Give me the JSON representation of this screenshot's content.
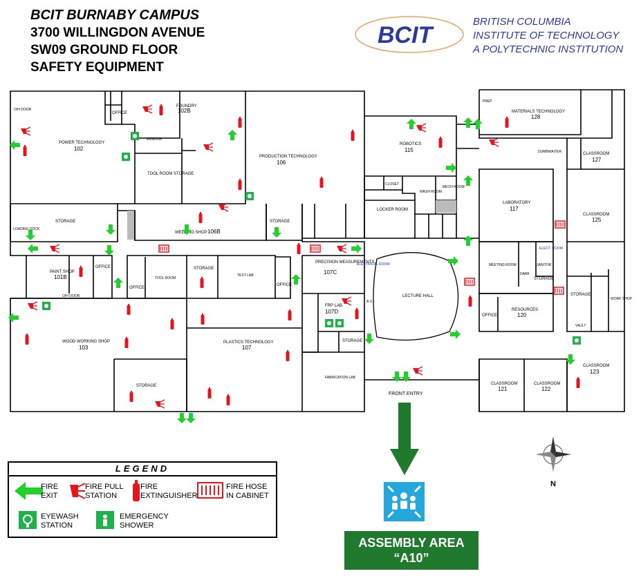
{
  "header": {
    "campus": "BCIT BURNABY CAMPUS",
    "address": "3700 WILLINGDON AVENUE",
    "floor": "SW09 GROUND FLOOR",
    "subject": "SAFETY EQUIPMENT"
  },
  "logo": {
    "mark": "BCIT",
    "line1": "BRITISH COLUMBIA",
    "line2": "INSTITUTE OF TECHNOLOGY",
    "line3": "A POLYTECHNIC INSTITUTION"
  },
  "rooms": {
    "foundry": "FOUNDRY",
    "foundry_num": "102B",
    "power": "POWER TECHNOLOGY",
    "power_num": "102",
    "production": "PRODUCTION TECHNOLOGY",
    "production_num": "106",
    "robotics": "ROBOTICS",
    "robotics_num": "115",
    "materials": "MATERIALS TECHNOLOGY",
    "materials_num": "128",
    "classroom127": "CLASSROOM",
    "classroom127_num": "127",
    "laboratory": "LABORATORY",
    "laboratory_num": "117",
    "classroom125": "CLASSROOM",
    "classroom125_num": "125",
    "welding": "WELDING SHOP",
    "welding_num": "106B",
    "paint": "PAINT SHOP",
    "paint_num": "101B",
    "precision": "PRECISION MEASUREMENTS",
    "precision_num": "107C",
    "lecture": "LECTURE HALL",
    "frp": "FRP LAB.",
    "frp_num": "107D",
    "resources": "RESOURCES",
    "resources_num": "120",
    "woodworking": "WOOD WORKING SHOP",
    "woodworking_num": "103",
    "plastics": "PLASTICS TECHNOLOGY",
    "plastics_num": "107",
    "classroom121": "CLASSROOM",
    "classroom121_num": "121",
    "classroom122": "CLASSROOM",
    "classroom122_num": "122",
    "classroom123": "CLASSROOM",
    "classroom123_num": "123",
    "front_entry": "FRONT ENTRY",
    "tool_room_storage": "TOOL ROOM STORAGE",
    "locker": "LOCKER ROOM",
    "storage": "STORAGE",
    "office": "OFFICE",
    "fabrication": "FABRICATION LAB",
    "meeting": "MEETING ROOM",
    "janitor": "JANITOR",
    "work_shop": "WORK SHOP",
    "tool_room": "TOOL ROOM",
    "test_lab": "TEST LAB",
    "loading": "LOADING DOCK",
    "dumbwaiter": "DUMBWAITER",
    "electrical": "ELECTRICAL ROOM",
    "wash": "WASH ROOM",
    "mech": "MECH ROOM",
    "elect": "ELECT. ROOM",
    "closet": "CLOSET",
    "prep": "PREP",
    "dark": "DARK",
    "window": "WINDOW",
    "oh_door": "O/H DOOR",
    "vault": "VAULT",
    "av": "A.V."
  },
  "legend": {
    "title": "LEGEND",
    "fire_exit": "FIRE EXIT",
    "fire_pull": "FIRE PULL STATION",
    "fire_ext": "FIRE EXTINGUISHER",
    "fire_hose": "FIRE HOSE IN CABINET",
    "eyewash": "EYEWASH STATION",
    "shower": "EMERGENCY SHOWER"
  },
  "assembly": {
    "line1": "ASSEMBLY AREA",
    "line2": "“A10”"
  },
  "compass_label": "N",
  "colors": {
    "exit_green": "#1fd12a",
    "fire_red": "#e8141b",
    "assembly_green": "#1f7a2e",
    "assembly_blue": "#24a8dc",
    "logo_blue": "#2a3a9a"
  }
}
